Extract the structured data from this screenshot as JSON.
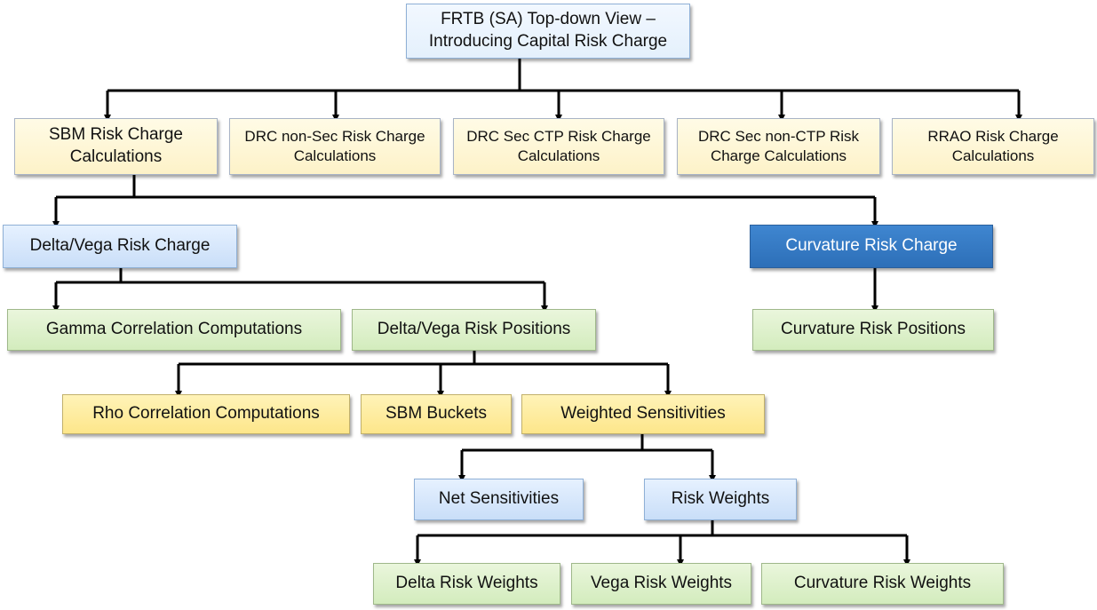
{
  "nodes": {
    "root": {
      "line1": "FRTB (SA) Top-down View –",
      "line2": "Introducing Capital Risk Charge"
    },
    "sbm": {
      "line1": "SBM Risk Charge",
      "line2": "Calculations"
    },
    "drc_nonsec": {
      "line1": "DRC non-Sec Risk Charge",
      "line2": "Calculations"
    },
    "drc_ctp": {
      "line1": "DRC Sec CTP Risk Charge",
      "line2": "Calculations"
    },
    "drc_nonctp": {
      "line1": "DRC Sec non-CTP Risk",
      "line2": "Charge Calculations"
    },
    "rrao": {
      "line1": "RRAO Risk Charge",
      "line2": "Calculations"
    },
    "delta_vega_charge": {
      "label": "Delta/Vega Risk Charge"
    },
    "curvature_charge": {
      "label": "Curvature Risk Charge"
    },
    "gamma_corr": {
      "label": "Gamma Correlation Computations"
    },
    "delta_vega_positions": {
      "label": "Delta/Vega Risk Positions"
    },
    "curvature_positions": {
      "label": "Curvature Risk Positions"
    },
    "rho_corr": {
      "label": "Rho Correlation Computations"
    },
    "sbm_buckets": {
      "label": "SBM Buckets"
    },
    "weighted_sens": {
      "label": "Weighted Sensitivities"
    },
    "net_sens": {
      "label": "Net Sensitivities"
    },
    "risk_weights": {
      "label": "Risk Weights"
    },
    "delta_rw": {
      "label": "Delta Risk Weights"
    },
    "vega_rw": {
      "label": "Vega Risk Weights"
    },
    "curvature_rw": {
      "label": "Curvature Risk Weights"
    }
  },
  "colors": {
    "connector": "#000000",
    "root_fill": "#e4f0fc",
    "light_yellow_fill": "#fdf2c8",
    "light_blue_fill": "#c9def8",
    "dark_blue_fill": "#2d6fb8",
    "green_fill": "#d3ecbd",
    "yellow_fill": "#fde68a"
  }
}
